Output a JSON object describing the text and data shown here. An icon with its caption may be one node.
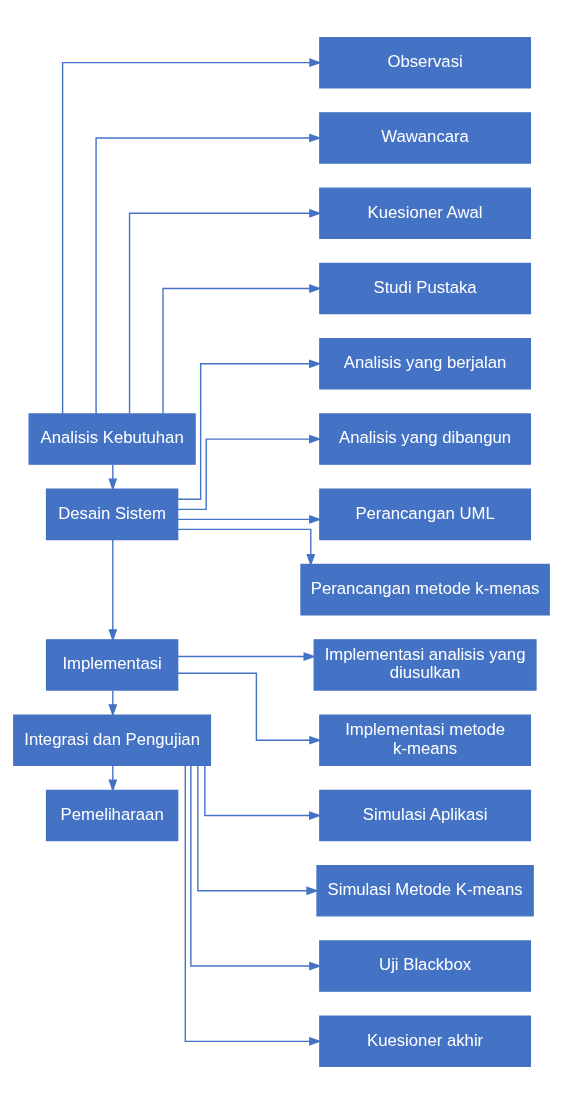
{
  "diagram": {
    "nodes": [
      {
        "text": [
          "Analisis Kebutuhan"
        ]
      },
      {
        "text": [
          "Observasi"
        ]
      },
      {
        "text": [
          "Wawancara"
        ]
      },
      {
        "text": [
          "Kuesioner Awal"
        ]
      },
      {
        "text": [
          "Studi Pustaka"
        ]
      },
      {
        "text": [
          "Desain Sistem"
        ]
      },
      {
        "text": [
          "Analisis yang berjalan"
        ]
      },
      {
        "text": [
          "Analisis yang dibangun"
        ]
      },
      {
        "text": [
          "Perancangan UML"
        ]
      },
      {
        "text": [
          "Perancangan metode k-menas"
        ]
      },
      {
        "text": [
          "Implementasi"
        ]
      },
      {
        "text": [
          "Implementasi analisis yang diusulkan"
        ]
      },
      {
        "text": [
          "Implementasi metode k-means"
        ]
      },
      {
        "text": [
          "Integrasi dan Pengujian"
        ]
      },
      {
        "text": [
          "Simulasi Aplikasi"
        ]
      },
      {
        "text": [
          "Simulasi Metode K-means"
        ]
      },
      {
        "text": [
          "Uji Blackbox"
        ]
      },
      {
        "text": [
          "Kuesioner akhir"
        ]
      },
      {
        "text": [
          "Pemeliharaan"
        ]
      }
    ],
    "edges": [
      {
        "from": 0,
        "to": 1,
        "arrow": "to"
      },
      {
        "from": 0,
        "to": 2,
        "arrow": "to"
      },
      {
        "from": 0,
        "to": 3,
        "arrow": "to"
      },
      {
        "from": 0,
        "to": 4,
        "arrow": "to"
      },
      {
        "from": 0,
        "to": 5,
        "arrow": "to"
      },
      {
        "from": 5,
        "to": 6,
        "arrow": "to"
      },
      {
        "from": 5,
        "to": 7,
        "arrow": "to"
      },
      {
        "from": 5,
        "to": 8,
        "arrow": "to"
      },
      {
        "from": 5,
        "to": 9,
        "arrow": "to"
      },
      {
        "from": 5,
        "to": 10,
        "arrow": "to"
      },
      {
        "from": 10,
        "to": 11,
        "arrow": "to"
      },
      {
        "from": 10,
        "to": 12,
        "arrow": "to"
      },
      {
        "from": 10,
        "to": 13,
        "arrow": "to"
      },
      {
        "from": 13,
        "to": 14,
        "arrow": "to"
      },
      {
        "from": 13,
        "to": 15,
        "arrow": "to"
      },
      {
        "from": 13,
        "to": 16,
        "arrow": "to"
      },
      {
        "from": 13,
        "to": 17,
        "arrow": "to"
      },
      {
        "from": 13,
        "to": 18,
        "arrow": "to"
      }
    ]
  }
}
